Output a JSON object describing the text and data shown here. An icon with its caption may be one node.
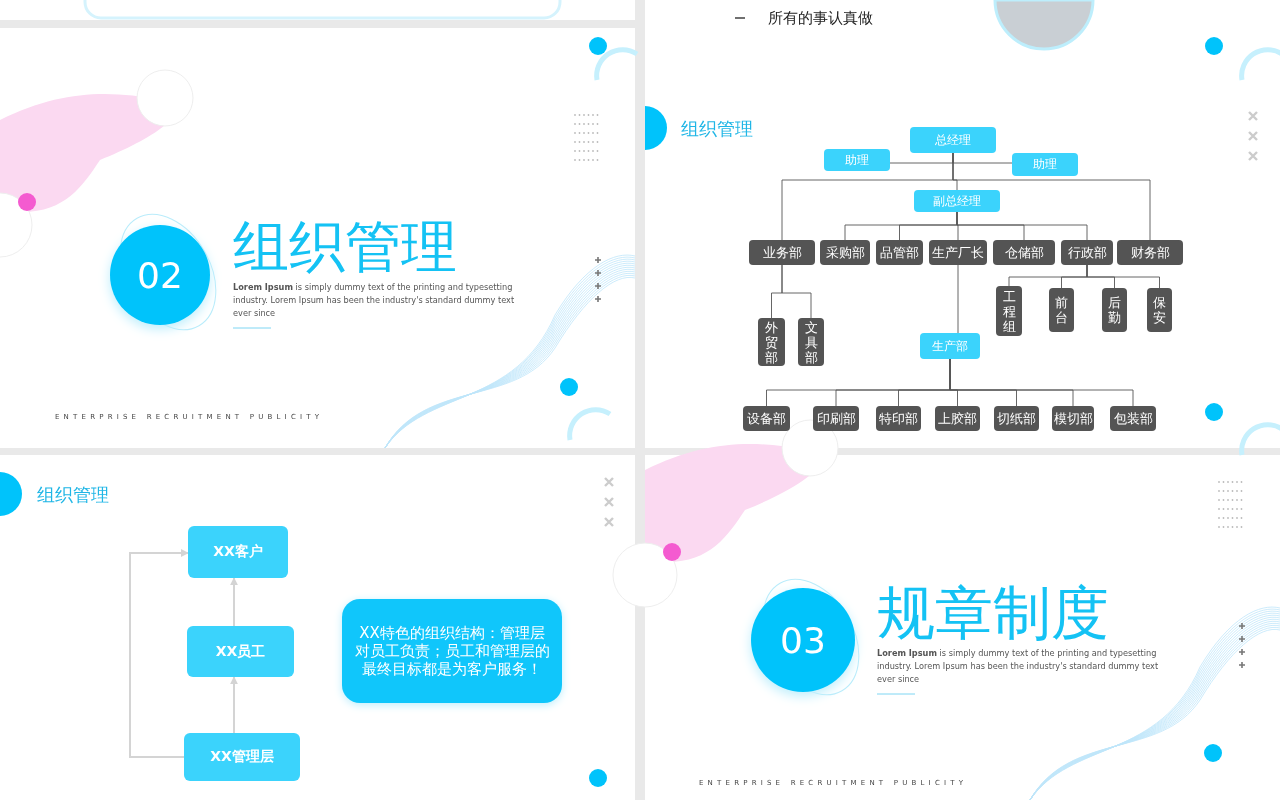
{
  "diagram": {
    "nodes": [
      {
        "text": [
          "02"
        ]
      },
      {
        "text": [
          "总经理"
        ]
      },
      {
        "text": [
          "助理"
        ]
      },
      {
        "text": [
          "助理"
        ]
      },
      {
        "text": [
          "副总经理"
        ]
      },
      {
        "text": [
          "业务部"
        ]
      },
      {
        "text": [
          "采购部"
        ]
      },
      {
        "text": [
          "品管部"
        ]
      },
      {
        "text": [
          "生产厂长"
        ]
      },
      {
        "text": [
          "仓储部"
        ]
      },
      {
        "text": [
          "行政部"
        ]
      },
      {
        "text": [
          "财务部"
        ]
      },
      {
        "text": [
          "外贸部"
        ]
      },
      {
        "text": [
          "文具部"
        ]
      },
      {
        "text": [
          "工程组"
        ]
      },
      {
        "text": [
          "前台"
        ]
      },
      {
        "text": [
          "后勤"
        ]
      },
      {
        "text": [
          "保安"
        ]
      },
      {
        "text": [
          "生产部"
        ]
      },
      {
        "text": [
          "设备部"
        ]
      },
      {
        "text": [
          "印刷部"
        ]
      },
      {
        "text": [
          "特印部"
        ]
      },
      {
        "text": [
          "上胶部"
        ]
      },
      {
        "text": [
          "切纸部"
        ]
      },
      {
        "text": [
          "模切部"
        ]
      },
      {
        "text": [
          "包装部"
        ]
      },
      {
        "text": [
          "XX客户"
        ]
      },
      {
        "text": [
          "XX员工"
        ]
      },
      {
        "text": [
          "XX管理层"
        ]
      },
      {
        "text": [
          "XX特色的组织结构：管理层对员工负责；员工和管理层的最终目标都是为客户服务！"
        ]
      },
      {
        "text": [
          "03"
        ]
      }
    ],
    "edges": [
      {
        "from": 1,
        "to": 2,
        "arrow": "none"
      },
      {
        "from": 1,
        "to": 3,
        "arrow": "none"
      },
      {
        "from": 1,
        "to": 4,
        "arrow": "none"
      },
      {
        "from": 1,
        "to": 5,
        "arrow": "none"
      },
      {
        "from": 1,
        "to": 11,
        "arrow": "none"
      },
      {
        "from": 4,
        "to": 6,
        "arrow": "none"
      },
      {
        "from": 4,
        "to": 7,
        "arrow": "none"
      },
      {
        "from": 4,
        "to": 8,
        "arrow": "none"
      },
      {
        "from": 4,
        "to": 9,
        "arrow": "none"
      },
      {
        "from": 4,
        "to": 10,
        "arrow": "none"
      },
      {
        "from": 5,
        "to": 12,
        "arrow": "none"
      },
      {
        "from": 5,
        "to": 13,
        "arrow": "none"
      },
      {
        "from": 10,
        "to": 14,
        "arrow": "none"
      },
      {
        "from": 10,
        "to": 15,
        "arrow": "none"
      },
      {
        "from": 10,
        "to": 16,
        "arrow": "none"
      },
      {
        "from": 10,
        "to": 17,
        "arrow": "none"
      },
      {
        "from": 8,
        "to": 18,
        "arrow": "none"
      },
      {
        "from": 18,
        "to": 19,
        "arrow": "none"
      },
      {
        "from": 18,
        "to": 20,
        "arrow": "none"
      },
      {
        "from": 18,
        "to": 21,
        "arrow": "none"
      },
      {
        "from": 18,
        "to": 22,
        "arrow": "none"
      },
      {
        "from": 18,
        "to": 23,
        "arrow": "none"
      },
      {
        "from": 18,
        "to": 24,
        "arrow": "none"
      },
      {
        "from": 18,
        "to": 25,
        "arrow": "none"
      },
      {
        "from": 28,
        "to": 27,
        "arrow": "to",
        "color": "#d4d4d4"
      },
      {
        "from": 27,
        "to": 26,
        "arrow": "to",
        "color": "#d4d4d4"
      },
      {
        "from": 28,
        "to": 26,
        "arrow": "to",
        "color": "#d4d4d4"
      }
    ],
    "labels": [
      "所有的事认真做",
      "组织管理",
      "**Lorem Ipsum** is simply dummy text of the printing and typesetting industry. Lorem Ipsum has been the industry's standard dummy text ever since",
      "ENTERPRISE RECRUITMENT PUBLICITY",
      "组织管理",
      "组织管理",
      "规章制度",
      "**Lorem Ipsum** is simply dummy text of the printing and typesetting industry. Lorem Ipsum has been the industry's standard dummy text ever since",
      "ENTERPRISE RECRUITMENT PUBLICITY"
    ]
  }
}
